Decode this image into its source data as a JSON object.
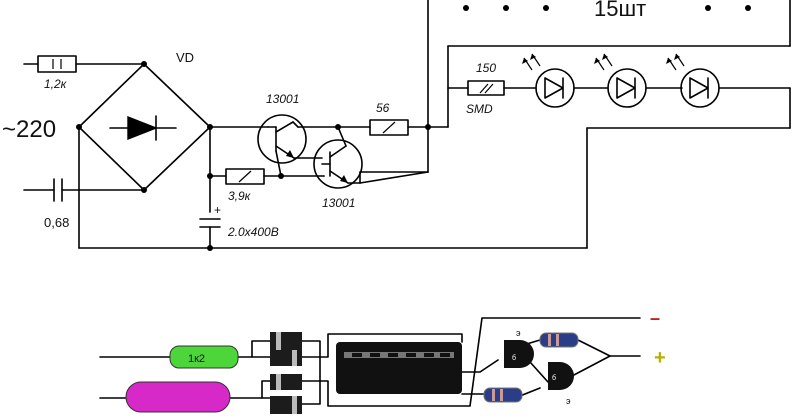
{
  "schematic": {
    "mains_voltage": "~220",
    "bridge_label": "VD",
    "resistor_input": "1,2к",
    "cap_input": "0,68",
    "transistor_top": "13001",
    "transistor_bottom": "13001",
    "resistor_base": "3,9к",
    "resistor_out": "56",
    "capacitor": "2.0х400В",
    "polarity_plus": "+",
    "led_count_label": "15шт",
    "resistor_smd": "150",
    "smd_label": "SMD"
  },
  "board": {
    "resistor_label": "1к2",
    "terminal_minus": "–",
    "terminal_plus": "+",
    "emitter_top": "э",
    "emitter_bottom": "э",
    "base_top": "б",
    "base_bottom": "б",
    "colors": {
      "resistor_green": "#4cd63a",
      "capacitor_magenta": "#d629c8",
      "minus_red": "#c0201a",
      "plus_olive": "#b6b000",
      "mini_resistor_blue": "#2a3d86"
    }
  }
}
